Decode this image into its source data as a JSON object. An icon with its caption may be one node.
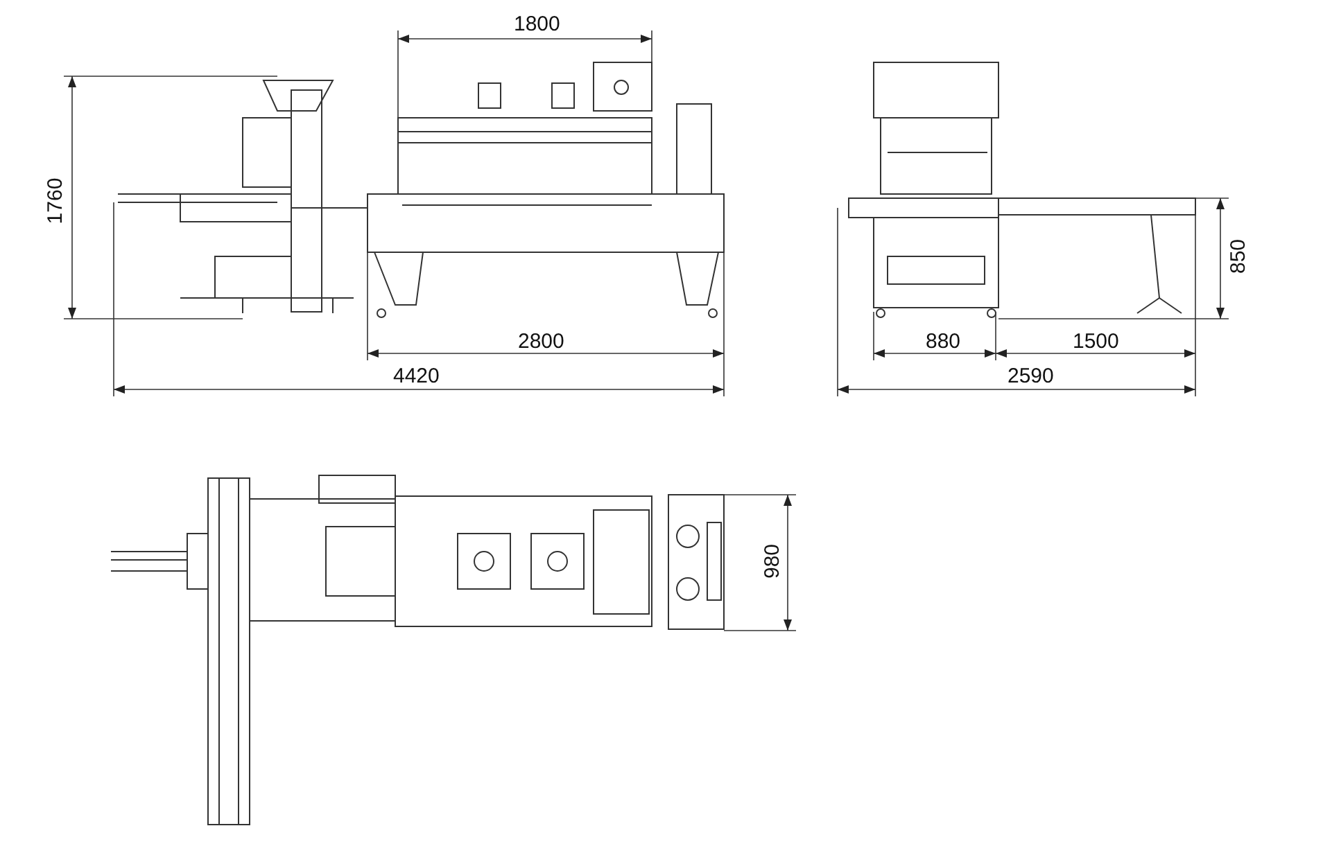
{
  "diagram": {
    "labels": [
      "1800",
      "1760",
      "850",
      "2800",
      "880",
      "1500",
      "4420",
      "2590",
      "980"
    ]
  }
}
